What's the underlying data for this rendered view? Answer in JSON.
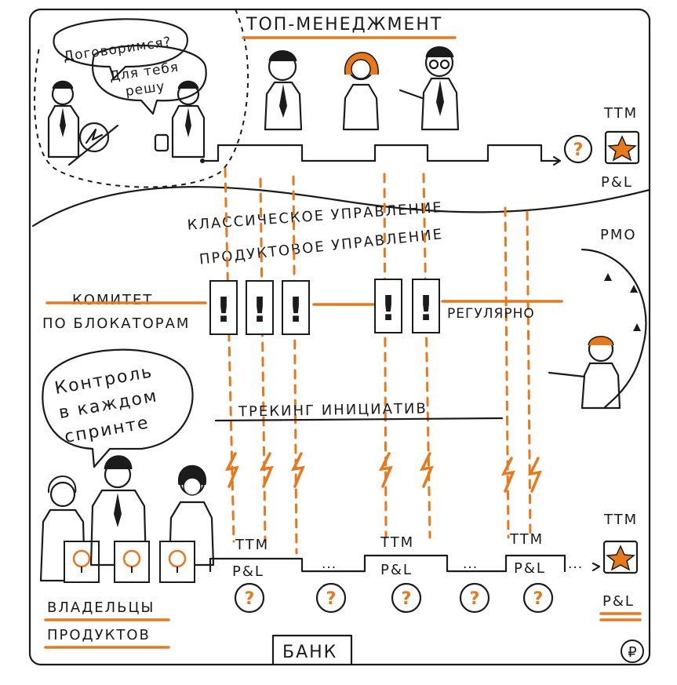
{
  "colors": {
    "accent": "#e9781a",
    "ink": "#1b1b1b",
    "paper": "#ffffff"
  },
  "top": {
    "title": "ТОП-МЕНЕДЖМЕНТ",
    "ttm": "TTM",
    "pl": "P&L",
    "question": "?"
  },
  "bubble": {
    "line1": "Договоримся?",
    "line2a": "Для тебя",
    "line2b": "решу"
  },
  "wave": {
    "upper": "КЛАССИЧЕСКОЕ УПРАВЛЕНИЕ",
    "lower": "ПРОДУКТОВОЕ УПРАВЛЕНИЕ"
  },
  "pmo": "PMO",
  "committee": {
    "title": "КОМИТЕТ",
    "subtitle": "ПО БЛОКАТОРАМ",
    "regularly": "РЕГУЛЯРНО",
    "mark": "!"
  },
  "tracking": "ТРЕКИНГ ИНИЦИАТИВ",
  "control": {
    "line1": "Контроль",
    "line2": "в каждом",
    "line3": "спринте"
  },
  "sprints": {
    "ttm": "TTM",
    "pl": "P&L",
    "dots": "...",
    "question": "?"
  },
  "owners": {
    "line1": "ВЛАДЕЛЬЦЫ",
    "line2": "ПРОДУКТОВ"
  },
  "bottom": {
    "ttm": "TTM",
    "pl": "P&L",
    "bank": "БАНК",
    "currency": "₽"
  },
  "icons": [
    "star-icon",
    "exclamation-icon",
    "lightning-icon",
    "lightbulb-icon",
    "question-icon",
    "ruble-icon"
  ]
}
